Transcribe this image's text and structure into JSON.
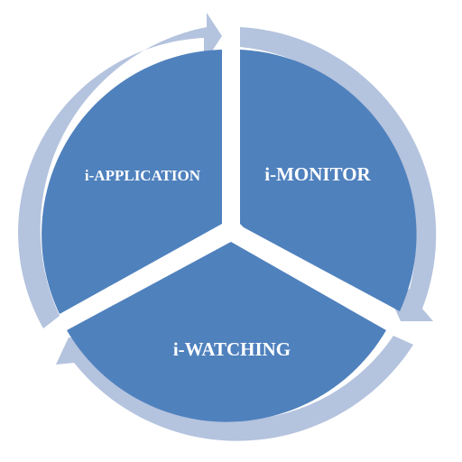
{
  "diagram": {
    "segments": [
      {
        "id": "application",
        "label": "i-APPLICATION"
      },
      {
        "id": "monitor",
        "label": "i-MONITOR"
      },
      {
        "id": "watching",
        "label": "i-WATCHING"
      }
    ],
    "colors": {
      "segment_fill": "#4f81bd",
      "ring_arrow": "#b4c3de",
      "background": "#ffffff"
    }
  }
}
